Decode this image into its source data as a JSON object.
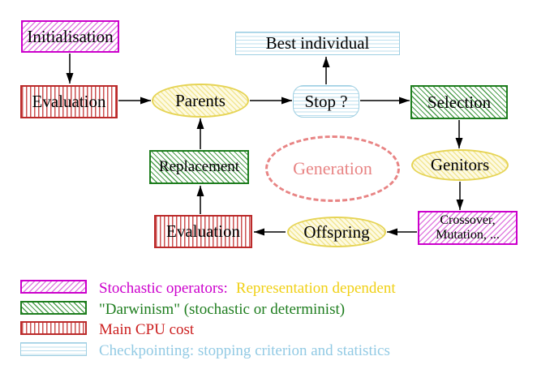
{
  "colors": {
    "magenta": "#cc00cc",
    "magenta-hatch": "#e07fe0",
    "green": "#1e7d1e",
    "green-hatch": "#4d9e4d",
    "red": "#bb2a2a",
    "red-stripe": "#cc5252",
    "red-text": "#cc2020",
    "cyan": "#9fcfe2",
    "cyan-stripe": "#bcdfee",
    "cyan-text": "#92cae4",
    "yellow-border": "#e6d455",
    "yellow-hatch": "#f2e693",
    "yellow-fill": "#fdfae3",
    "yellow-text": "#f0d014",
    "salmon": "#e88484",
    "arrow": "#000000"
  },
  "nodes": {
    "initialisation": {
      "label": "Initialisation"
    },
    "evaluation_top": {
      "label": "Evaluation"
    },
    "parents": {
      "label": "Parents"
    },
    "stop": {
      "label": "Stop ?"
    },
    "best_individual": {
      "label": "Best individual"
    },
    "selection": {
      "label": "Selection"
    },
    "genitors": {
      "label": "Genitors"
    },
    "crossover_mutation": {
      "line1": "Crossover,",
      "line2": "Mutation, ..."
    },
    "offspring": {
      "label": "Offspring"
    },
    "evaluation_bottom": {
      "label": "Evaluation"
    },
    "replacement": {
      "label": "Replacement"
    },
    "generation": {
      "label": "Generation"
    }
  },
  "legend": {
    "stochastic": {
      "label": "Stochastic operators:",
      "suffix": "Representation dependent"
    },
    "darwinism": {
      "label": "\"Darwinism\" (stochastic or determinist)"
    },
    "cpu": {
      "label": "Main CPU cost"
    },
    "checkpointing": {
      "label": "Checkpointing: stopping criterion and statistics"
    }
  }
}
